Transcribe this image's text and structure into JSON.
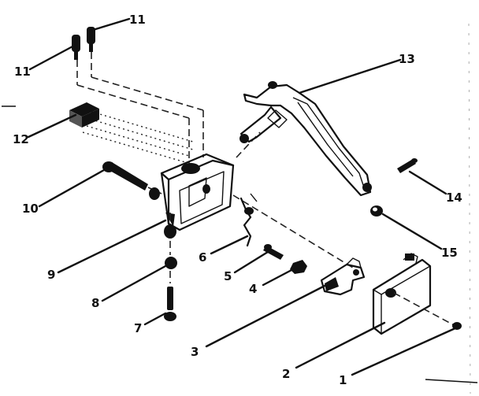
{
  "callouts": [
    "1",
    "2",
    "3",
    "4",
    "5",
    "6",
    "7",
    "8",
    "9",
    "10",
    "11",
    "12",
    "13",
    "14",
    "15"
  ],
  "ink_color": "#111111",
  "background_color": "#ffffff"
}
